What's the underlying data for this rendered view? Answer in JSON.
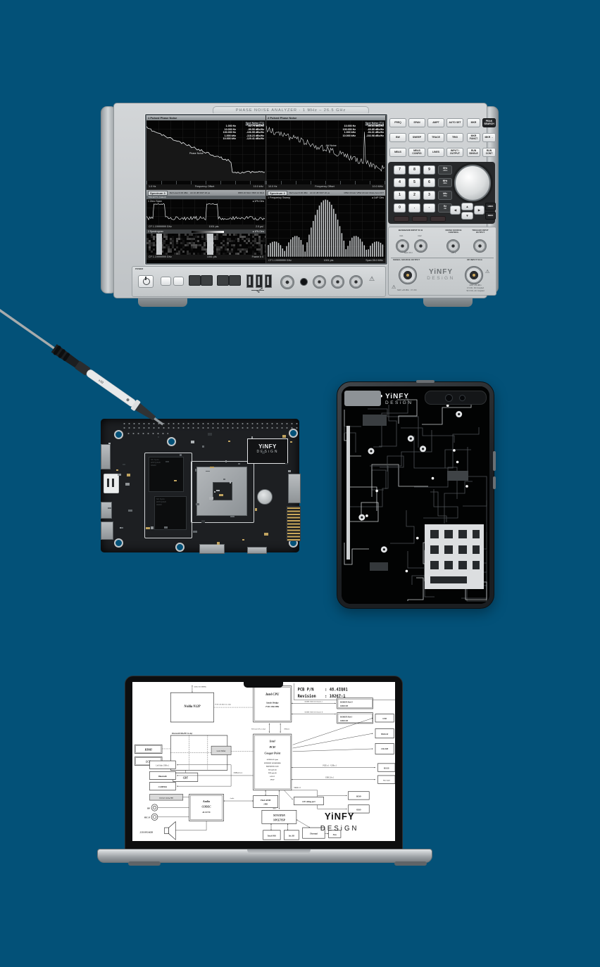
{
  "background_color": "#035178",
  "analyzer": {
    "title": "PHASE NOISE ANALYZER · 1 MHz – 26.5 GHz",
    "power": "POWER",
    "brand1": "YiNFY",
    "brand2": "DESiGN",
    "q1": {
      "title": "1 Pulsed Phase Noise",
      "spot_title": "Spot Noise [T1]",
      "rows": [
        [
          "1.000 Hz",
          "-62.79 dBc/Hz"
        ],
        [
          "10.000 Hz",
          "-90.50 dBc/Hz"
        ],
        [
          "100.000 Hz",
          "-106.55 dBc/Hz"
        ],
        [
          "1.000 kHz",
          "-118.23 dBc/Hz"
        ],
        [
          "10.000 kHz",
          "-120.41 dBc/Hz"
        ]
      ],
      "note": "Phase Noise",
      "x0": "1.0 Hz",
      "xlabel": "Frequency Offset",
      "x1": "10.0 kHz"
    },
    "q2": {
      "title": "2 Pulsed Phase Noise",
      "spot_title": "Spot Noise [T1]",
      "rows": [
        [
          "10.000 Hz",
          "-55.64 dBc/Hz"
        ],
        [
          "100.000 Hz",
          "-60.89 dBc/Hz"
        ],
        [
          "1.000 kHz",
          "-94.31 dBc/Hz"
        ],
        [
          "10.000 kHz",
          "-102.98 dBc/Hz"
        ]
      ],
      "note": "AM Noise",
      "x0": "10.0 Hz",
      "xlabel": "Frequency Offset",
      "x1": "10.0 MHz"
    },
    "q3": {
      "tab": "Spectrum 3",
      "ref": "Ref Level 0.00 dBm",
      "att": "Att 10 dB  SWT 20 µs",
      "rbw": "RBW 20 MHz",
      "vbw": "VBW 10 MHz",
      "trg": "TRG:EXT1 (Gated)",
      "trace": "1 Zero Span",
      "det": "● 1Pk Clrw",
      "cf": "CF 1.19999999 GHz",
      "pts": "1001 pts",
      "perdiv": "2.0 µs/",
      "spectro": "2 Spectrogram",
      "sdet": "● 1Pk Clrw",
      "cf2": "CF 1.19999999 GHz",
      "pts2": "1001 pts",
      "frame": "Frame # 0"
    },
    "q4": {
      "tab": "Spectrum 4",
      "ref": "Ref Level 0.00 dBm",
      "att": "Att 10 dB  SWT 20 µs",
      "rbw": "RBW 20 kHz",
      "vbw": "VBW 20 kHz",
      "mode": "Mode Auto FFT",
      "trace": "1 Frequency Sweep",
      "det": "● 1AP Clrw",
      "cf": "CF 1.19999999 GHz",
      "pts": "1001 pts",
      "span": "Span 28.0 MHz"
    },
    "keys_main": [
      [
        "FREQ",
        "SPAN",
        "AMPT",
        "AUTO SET"
      ],
      [
        "BW",
        "SWEEP",
        "TRACE",
        "TRIG"
      ],
      [
        "MEAS",
        "MEAS CONFIG",
        "LINES",
        "INPUT / OUTPUT"
      ]
    ],
    "keys_right": [
      [
        "MKR",
        "PEAK SEARCH"
      ],
      [
        "MKR FUNCT",
        "MKR →"
      ],
      [
        "RUN SINGLE",
        "RUN CONT"
      ]
    ],
    "keypad": [
      [
        "7",
        "8",
        "9"
      ],
      [
        "4",
        "5",
        "6"
      ],
      [
        "1",
        "2",
        "3"
      ],
      [
        "0",
        ".",
        "-"
      ]
    ],
    "units": [
      [
        "GHz",
        "-dBm"
      ],
      [
        "MHz",
        "dBm"
      ],
      [
        "kHz",
        "dBµ"
      ],
      [
        "Hz",
        "dB"
      ]
    ],
    "undo": "UNDO",
    "redo": "REDO",
    "conn": {
      "baseband": "BASEBAND INPUT 50 Ω",
      "ch1": "CH1",
      "ch2": "CH2",
      "noise": "NOISE SOURCE CONTROL",
      "trig": "TRIGGER INPUT OUTPUT",
      "chmax": "MAX ±5 V",
      "nsmax": "+28 V",
      "sig": "SIGNAL SOURCE OUTPUT",
      "rf": "RF INPUT 50 Ω",
      "sigmax": "MAX +20 dBm · 0 V DC",
      "rfmax1": "MAX +30 dBm",
      "rfmax2": "0 V DC, DC Coupled",
      "rfmax3": "50 V DC, AC Coupled"
    }
  },
  "probe": {
    "label": "x10"
  },
  "pcb": {
    "brand1": "YiNFY",
    "brand2": "DESiGN"
  },
  "tablet": {
    "brand1": "YiNFY",
    "brand2": "DESiGN"
  },
  "laptop": {
    "pn_l": "PCB P/N",
    "pn_v": ": 48.4IQ01",
    "rev_l": "Revision",
    "rev_v": ": 10267-1",
    "blocks": {
      "gpu": "Nvidia N12P",
      "gpu_mem": "DDR3 SO-DIMMs",
      "pcie16": "PCIE x16 (discrete only)",
      "colay": "Discreet/UMA/PE Co-lay",
      "hdmi": "HDMI",
      "lcd": "LCD",
      "crt": "CRT",
      "shifter": "Level Shifter",
      "cpu1": "Intel CPU",
      "cpu2": "Sandy Bridge",
      "cpu3": "FSB: 1066 MHz",
      "fdi": "FDI x4x2 (VGA only)",
      "smlink": "SMLink",
      "pch1": "Intel",
      "pch2": "PCH",
      "pch3": "Cougar Point",
      "pch_sub": [
        "14 USB 2.0/1.1 ports",
        "ETHERNET (10/100/1000M)",
        "High Definition Audio",
        "SATA ports (6)",
        "PCIE ports (8)",
        "LPC I/F",
        "SPI I/F"
      ],
      "ddrA": "DDRIII 1066/1333 Channel A",
      "ddrB": "DDRIII 1066/1333 Channel B",
      "slot0a": "DDRIII   Slot 0",
      "slot0b": "1066/1333",
      "slot1a": "DDRIII   Slot 1",
      "slot1b": "1066/1333",
      "usb_r": "USB",
      "minicard": "MiniCard",
      "ieee": "1394 M/B",
      "ms": "MS/SD",
      "newcard": "New Card",
      "usb_l": "Left Side: USB x 1",
      "bt": "Bluetooth",
      "cam": "CAMERA",
      "usb4": "USB 2.0 x 4",
      "codec1": "Azalia",
      "codec2": "CODEC",
      "codec3": "ALC271X",
      "azlnk": "Azalia",
      "micbar": "Internal Analog MIC",
      "hp": "HP/",
      "micin": "MIC IN",
      "spk": "2CH  SPEAKER",
      "flash1": "Flash ROM",
      "flash2": "1MB",
      "lpc": "LPC debug port",
      "hdd": "HDD",
      "odd": "ODD",
      "sata": "SATA x 2",
      "kbc0": "KBC",
      "kbc1": "NUVOTON",
      "kbc2": "NPCE795P",
      "tp": "Touch PAD",
      "ik": "Int. KB",
      "th": "Thermal",
      "fan": "Fan",
      "pu1": "PCIE x 1 · USB x 1",
      "u21": "USB 2.0 x 1",
      "brand1": "YiNFY",
      "brand2": "DESiGN"
    }
  }
}
